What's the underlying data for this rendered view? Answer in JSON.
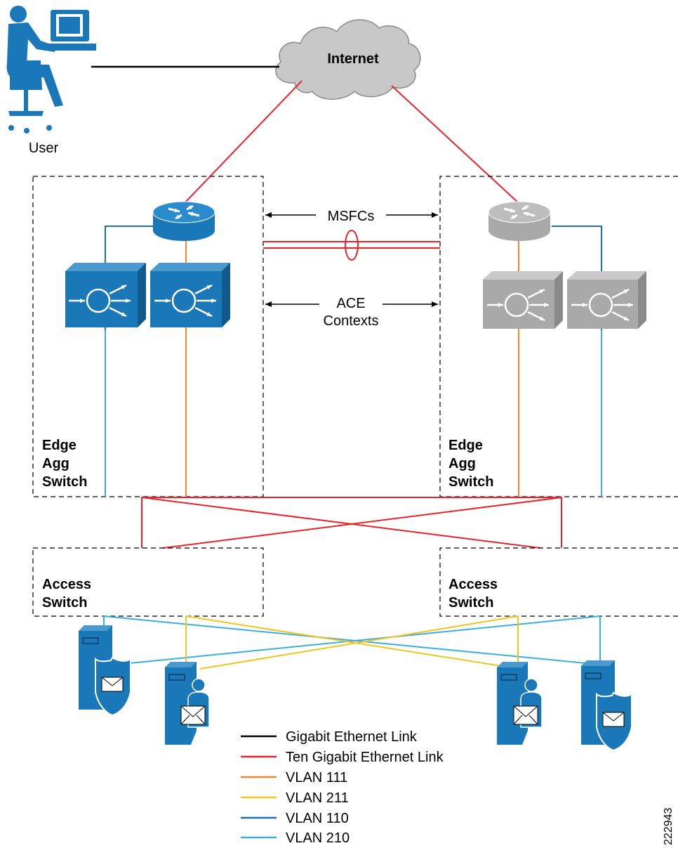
{
  "nodes": {
    "internet": "Internet",
    "user": "User",
    "msfcs": "MSFCs",
    "ace_line1": "ACE",
    "ace_line2": "Contexts",
    "edge_left": [
      "Edge",
      "Agg",
      "Switch"
    ],
    "edge_right": [
      "Edge",
      "Agg",
      "Switch"
    ],
    "access_left": [
      "Access",
      "Switch"
    ],
    "access_right": [
      "Access",
      "Switch"
    ]
  },
  "legend": [
    {
      "label": "Gigabit Ethernet Link",
      "color": "#000000"
    },
    {
      "label": "Ten Gigabit Ethernet Link",
      "color": "#e8232a"
    },
    {
      "label": "VLAN 111",
      "color": "#f0892b"
    },
    {
      "label": "VLAN 211",
      "color": "#f2c41e"
    },
    {
      "label": "VLAN 110",
      "color": "#1f6fb8"
    },
    {
      "label": "VLAN 210",
      "color": "#3aaee0"
    }
  ],
  "figure_id": "222943",
  "colors": {
    "device_blue": "#1a78b8",
    "device_gray": "#a9a9a9",
    "cloud_gray": "#c8c8c8"
  }
}
